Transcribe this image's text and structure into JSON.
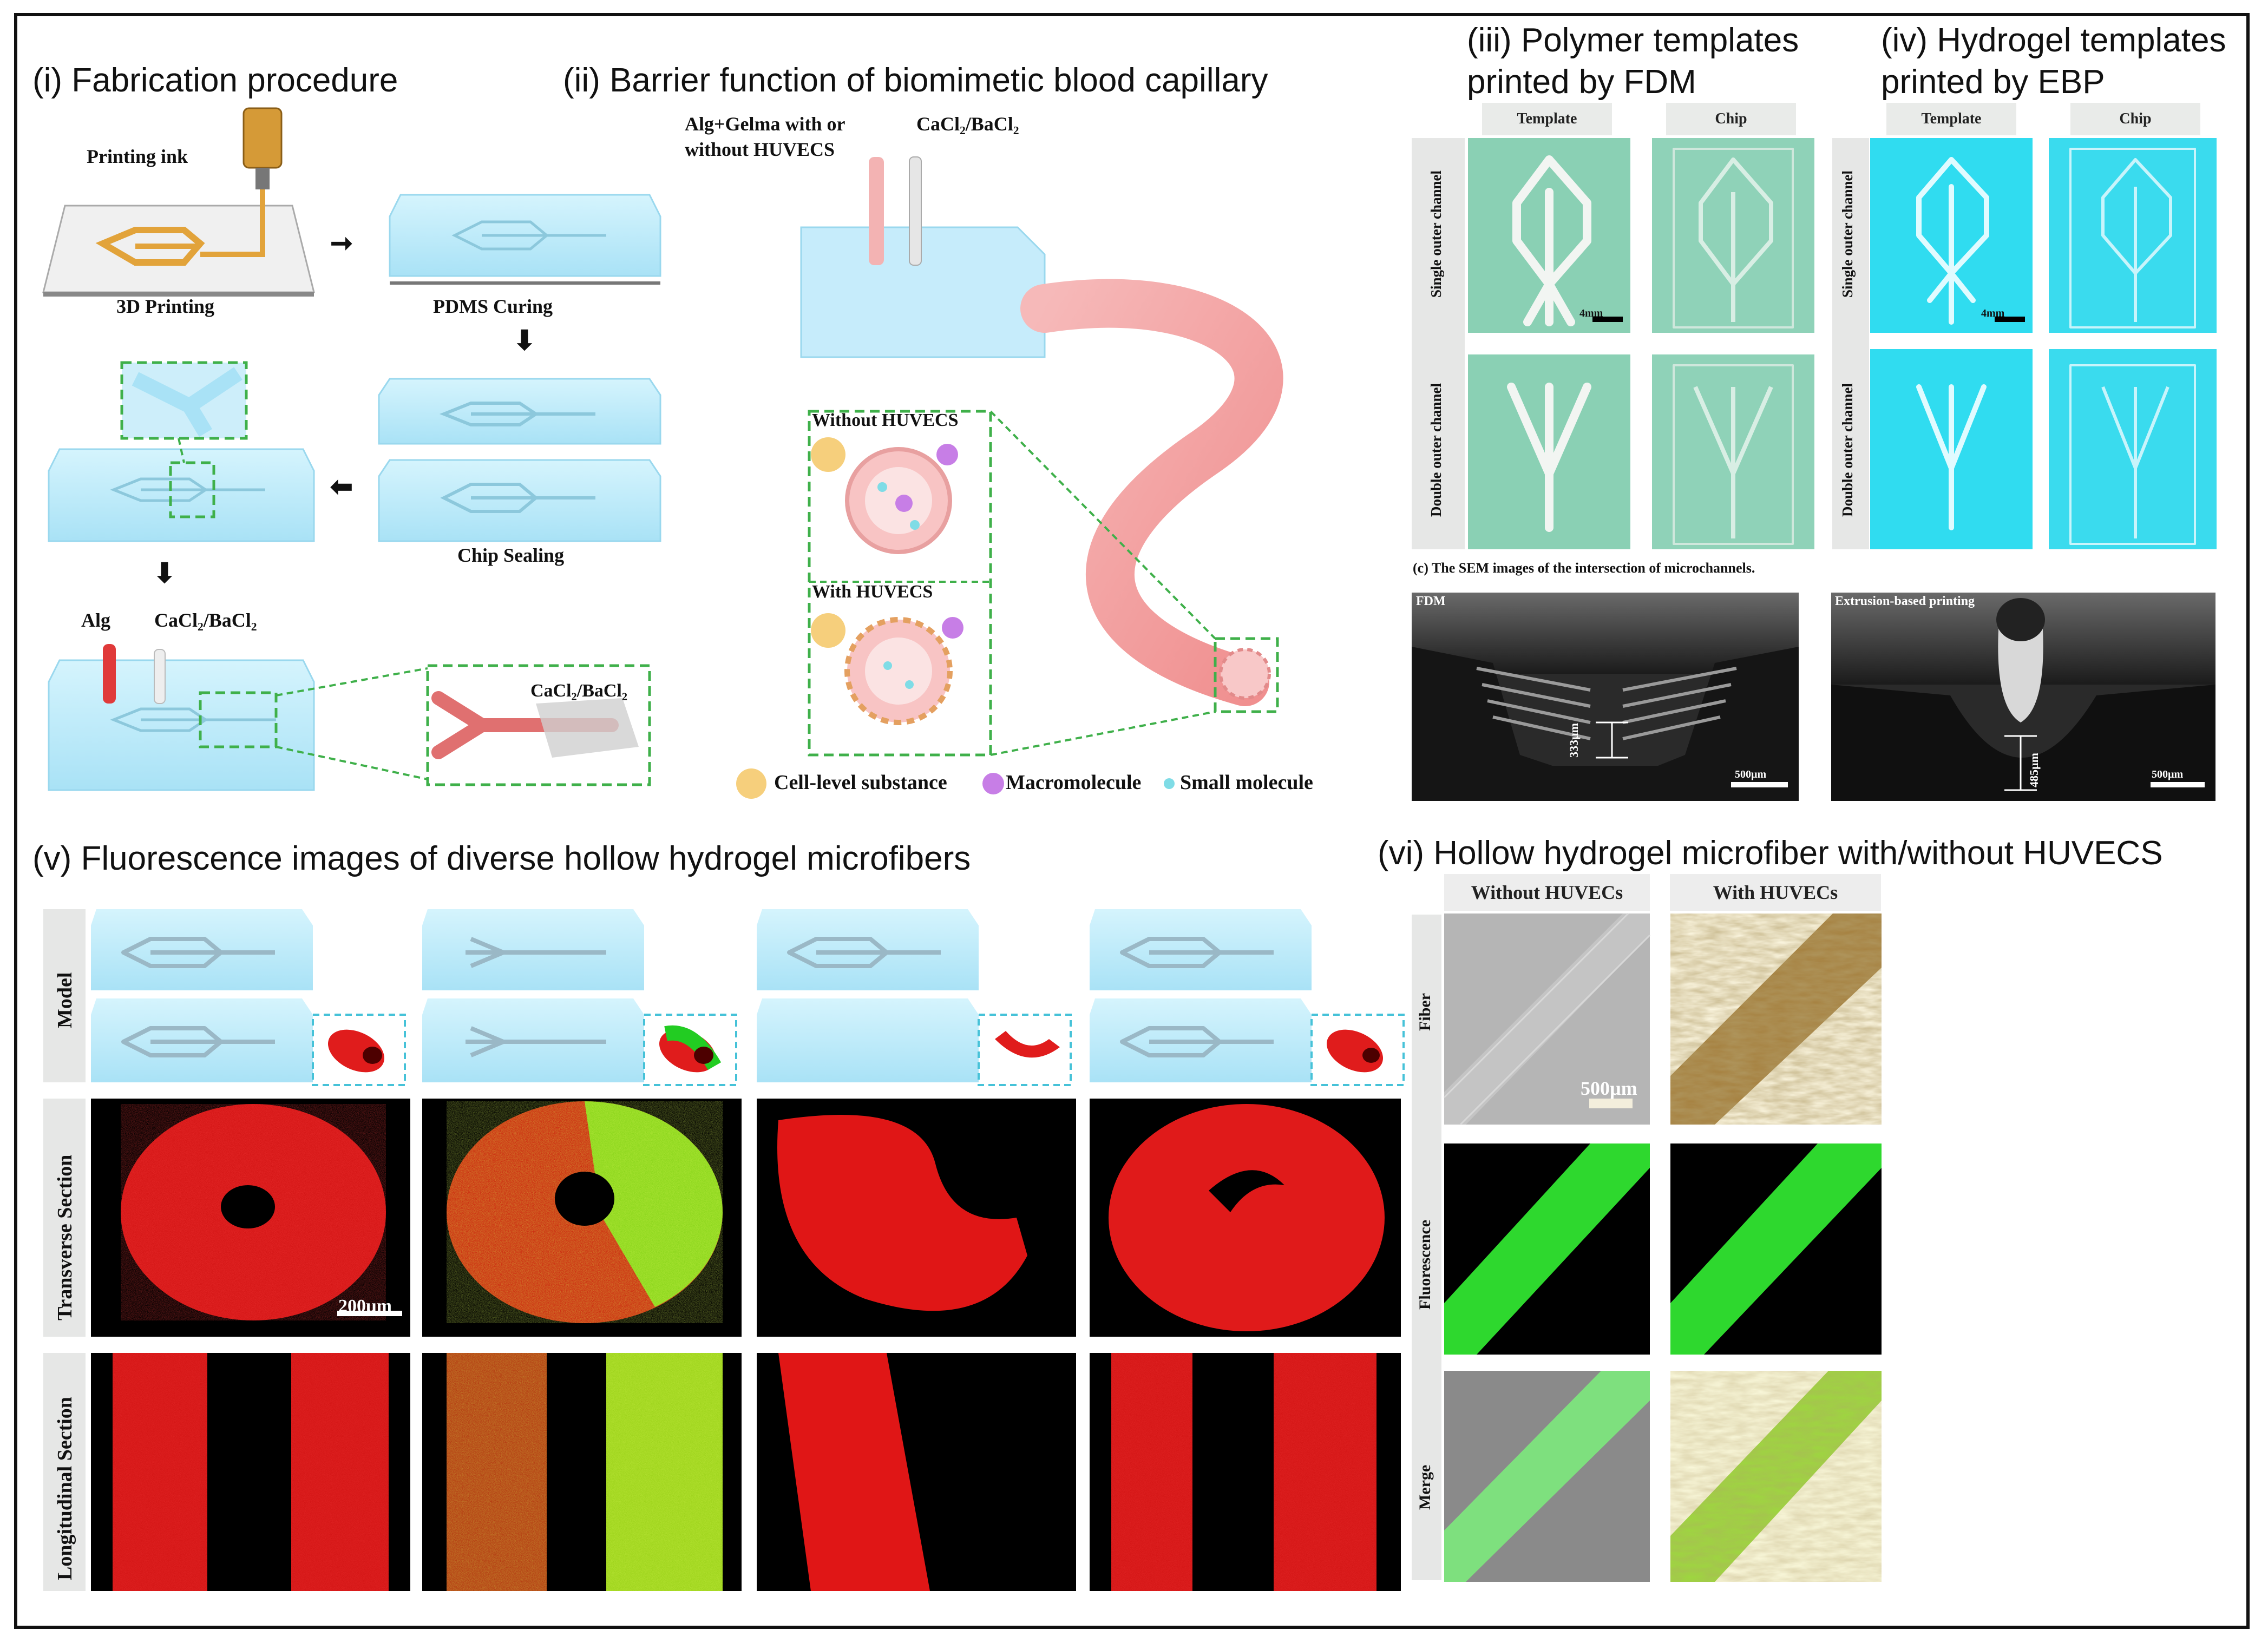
{
  "panels": {
    "p1": {
      "title": "(i) Fabrication procedure",
      "printing_ink": "Printing ink",
      "step_3d": "3D Printing",
      "step_pdms": "PDMS Curing",
      "step_seal": "Chip Sealing",
      "alg": "Alg",
      "cacl": "CaCl₂/BaCl₂",
      "cacl_inset": "CaCl₂/BaCl₂"
    },
    "p2": {
      "title": "(ii) Barrier function of biomimetic blood capillary",
      "inlet_left": "Alg+Gelma with or",
      "inlet_left2": "without HUVECS",
      "inlet_right": "CaCl₂/BaCl₂",
      "without": "Without HUVECS",
      "with": "With HUVECS",
      "legend": [
        {
          "label": "Cell-level substance",
          "color": "#f6cf7c"
        },
        {
          "label": "Macromolecule",
          "color": "#c77ee6"
        },
        {
          "label": "Small molecule",
          "color": "#7fdce6"
        }
      ]
    },
    "p3": {
      "title_line1": "(iii) Polymer templates",
      "title_line2": "printed by FDM",
      "col_template": "Template",
      "col_chip": "Chip",
      "row_single": "Single outer channel",
      "row_double": "Double outer channel",
      "scale": "4mm"
    },
    "p4": {
      "title_line1": "(iv) Hydrogel templates",
      "title_line2": "printed by EBP",
      "col_template": "Template",
      "col_chip": "Chip",
      "row_single": "Single outer channel",
      "row_double": "Double outer channel",
      "scale": "4mm"
    },
    "sem": {
      "caption": "(c)  The SEM images of the intersection of microchannels.",
      "fdm": "FDM",
      "ebp": "Extrusion-based printing",
      "fdm_dim": "333µm",
      "ebp_dim": "485µm",
      "scale": "500µm"
    },
    "p5": {
      "title": "(v) Fluorescence images of diverse hollow hydrogel microfibers",
      "row_model": "Model",
      "row_transverse": "Transverse Section",
      "row_longitudinal": "Longitudinal Section",
      "scale": "200µm"
    },
    "p6": {
      "title": "(vi) Hollow hydrogel microfiber with/without HUVECS",
      "col_without": "Without HUVECs",
      "col_with": "With  HUVECs",
      "row_fiber": "Fiber",
      "row_fluor": "Fluorescence",
      "row_merge": "Merge",
      "scale": "500µm"
    }
  },
  "colors": {
    "chip": "#bfeefc",
    "red": "#e32222",
    "green": "#22dd22",
    "black": "#000000",
    "dash": "#3fb04a"
  }
}
